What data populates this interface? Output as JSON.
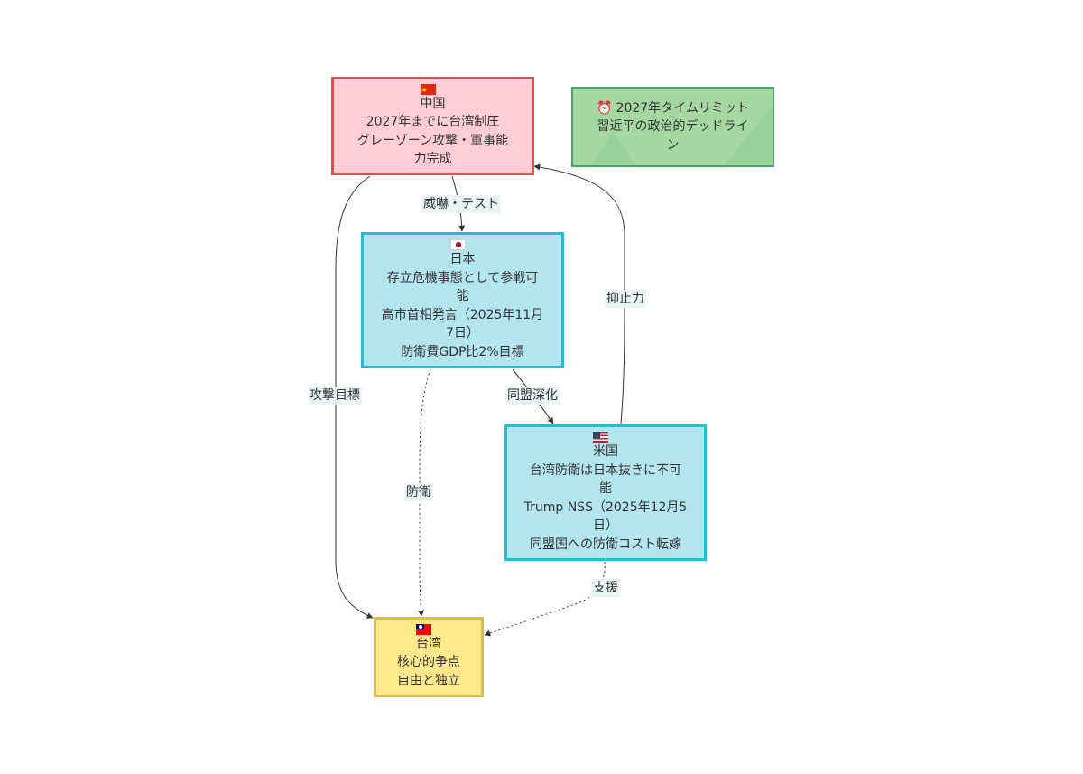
{
  "nodes": {
    "china": {
      "flag_icon": "china-flag-icon",
      "title": "中国",
      "lines": [
        "2027年までに台湾制圧",
        "グレーゾーン攻撃・軍事能",
        "力完成"
      ]
    },
    "japan": {
      "flag_icon": "japan-flag-icon",
      "title": "日本",
      "lines": [
        "存立危機事態として参戦可",
        "能",
        "高市首相発言（2025年11月",
        "7日）",
        "防衛費GDP比2%目標"
      ]
    },
    "usa": {
      "flag_icon": "us-flag-icon",
      "title": "米国",
      "lines": [
        "台湾防衛は日本抜きに不可",
        "能",
        "Trump NSS（2025年12月5",
        "日）",
        "同盟国への防衛コスト転嫁"
      ]
    },
    "taiwan": {
      "flag_icon": "taiwan-flag-icon",
      "title": "台湾",
      "lines": [
        "核心的争点",
        "自由と独立"
      ]
    },
    "limit": {
      "icon": "alarm-clock-icon",
      "icon_glyph": "⏰",
      "lines": [
        "2027年タイムリミット",
        "習近平の政治的デッドライ",
        "ン"
      ]
    }
  },
  "edges": {
    "china_japan": "威嚇・テスト",
    "china_taiwan": "攻撃目標",
    "japan_usa": "同盟深化",
    "japan_taiwan": "防衛",
    "usa_china": "抑止力",
    "usa_taiwan": "支援"
  },
  "colors": {
    "china_fill": "#ffcdd6",
    "china_border": "#e05252",
    "ally_fill": "#b3e5ef",
    "ally_border": "#29bbd3",
    "taiwan_fill": "#ffe98c",
    "taiwan_border": "#d6c04a",
    "limit_fill": "#a5d8a0",
    "limit_border": "#45a56a",
    "edge": "#333333"
  }
}
